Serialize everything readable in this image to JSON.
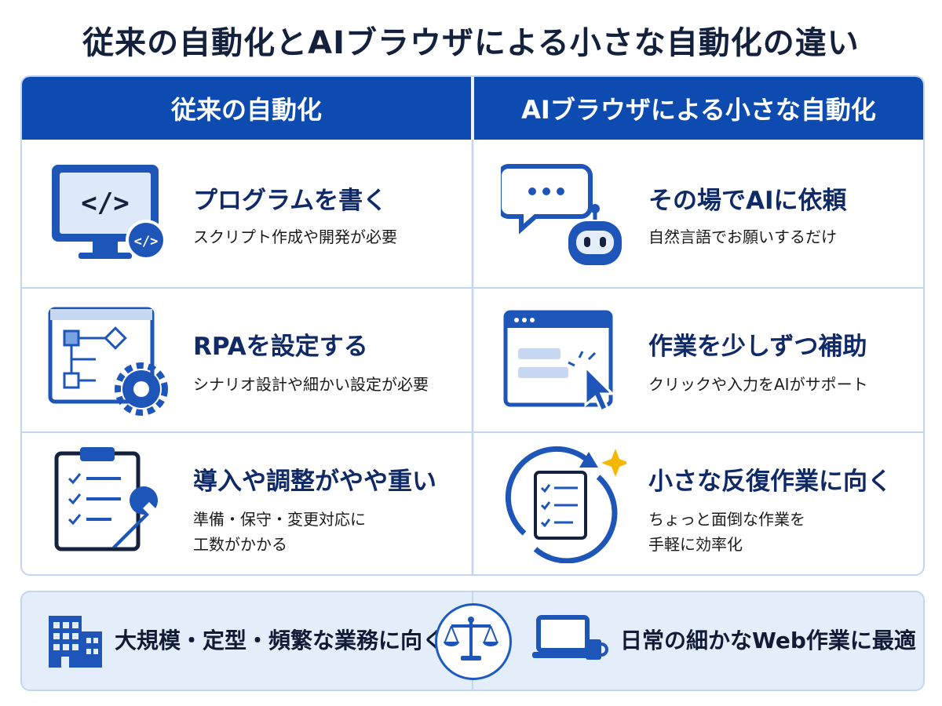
{
  "title": "従来の自動化とAIブラウザによる小さな自動化の違い",
  "headers": {
    "left": "従来の自動化",
    "right": "AIブラウザによる小さな自動化"
  },
  "rows": [
    {
      "left": {
        "title": "プログラムを書く",
        "desc": "スクリプト作成や開発が必要",
        "icon": "monitor-code-icon"
      },
      "right": {
        "title": "その場でAIに依頼",
        "desc": "自然言語でお願いするだけ",
        "icon": "chat-robot-icon"
      }
    },
    {
      "left": {
        "title": "RPAを設定する",
        "desc": "シナリオ設計や細かい設定が必要",
        "icon": "flowchart-gear-icon"
      },
      "right": {
        "title": "作業を少しずつ補助",
        "desc": "クリックや入力をAIがサポート",
        "icon": "browser-cursor-icon"
      }
    },
    {
      "left": {
        "title": "導入や調整がやや重い",
        "desc": "準備・保守・変更対応に\n工数がかかる",
        "icon": "clipboard-wrench-icon"
      },
      "right": {
        "title": "小さな反復作業に向く",
        "desc": "ちょっと面倒な作業を\n手軽に効率化",
        "icon": "checklist-cycle-icon"
      }
    }
  ],
  "bottom": {
    "left": "大規模・定型・頻繁な業務に向く",
    "right": "日常の細かなWeb作業に最適",
    "left_icon": "building-icon",
    "center_icon": "balance-scale-icon",
    "right_icon": "laptop-mug-icon"
  },
  "colors": {
    "primary": "#0d4bb0",
    "dark": "#0f2a66",
    "light": "#e4edfa",
    "border": "#c3d6ef",
    "accent": "#f5b700"
  }
}
